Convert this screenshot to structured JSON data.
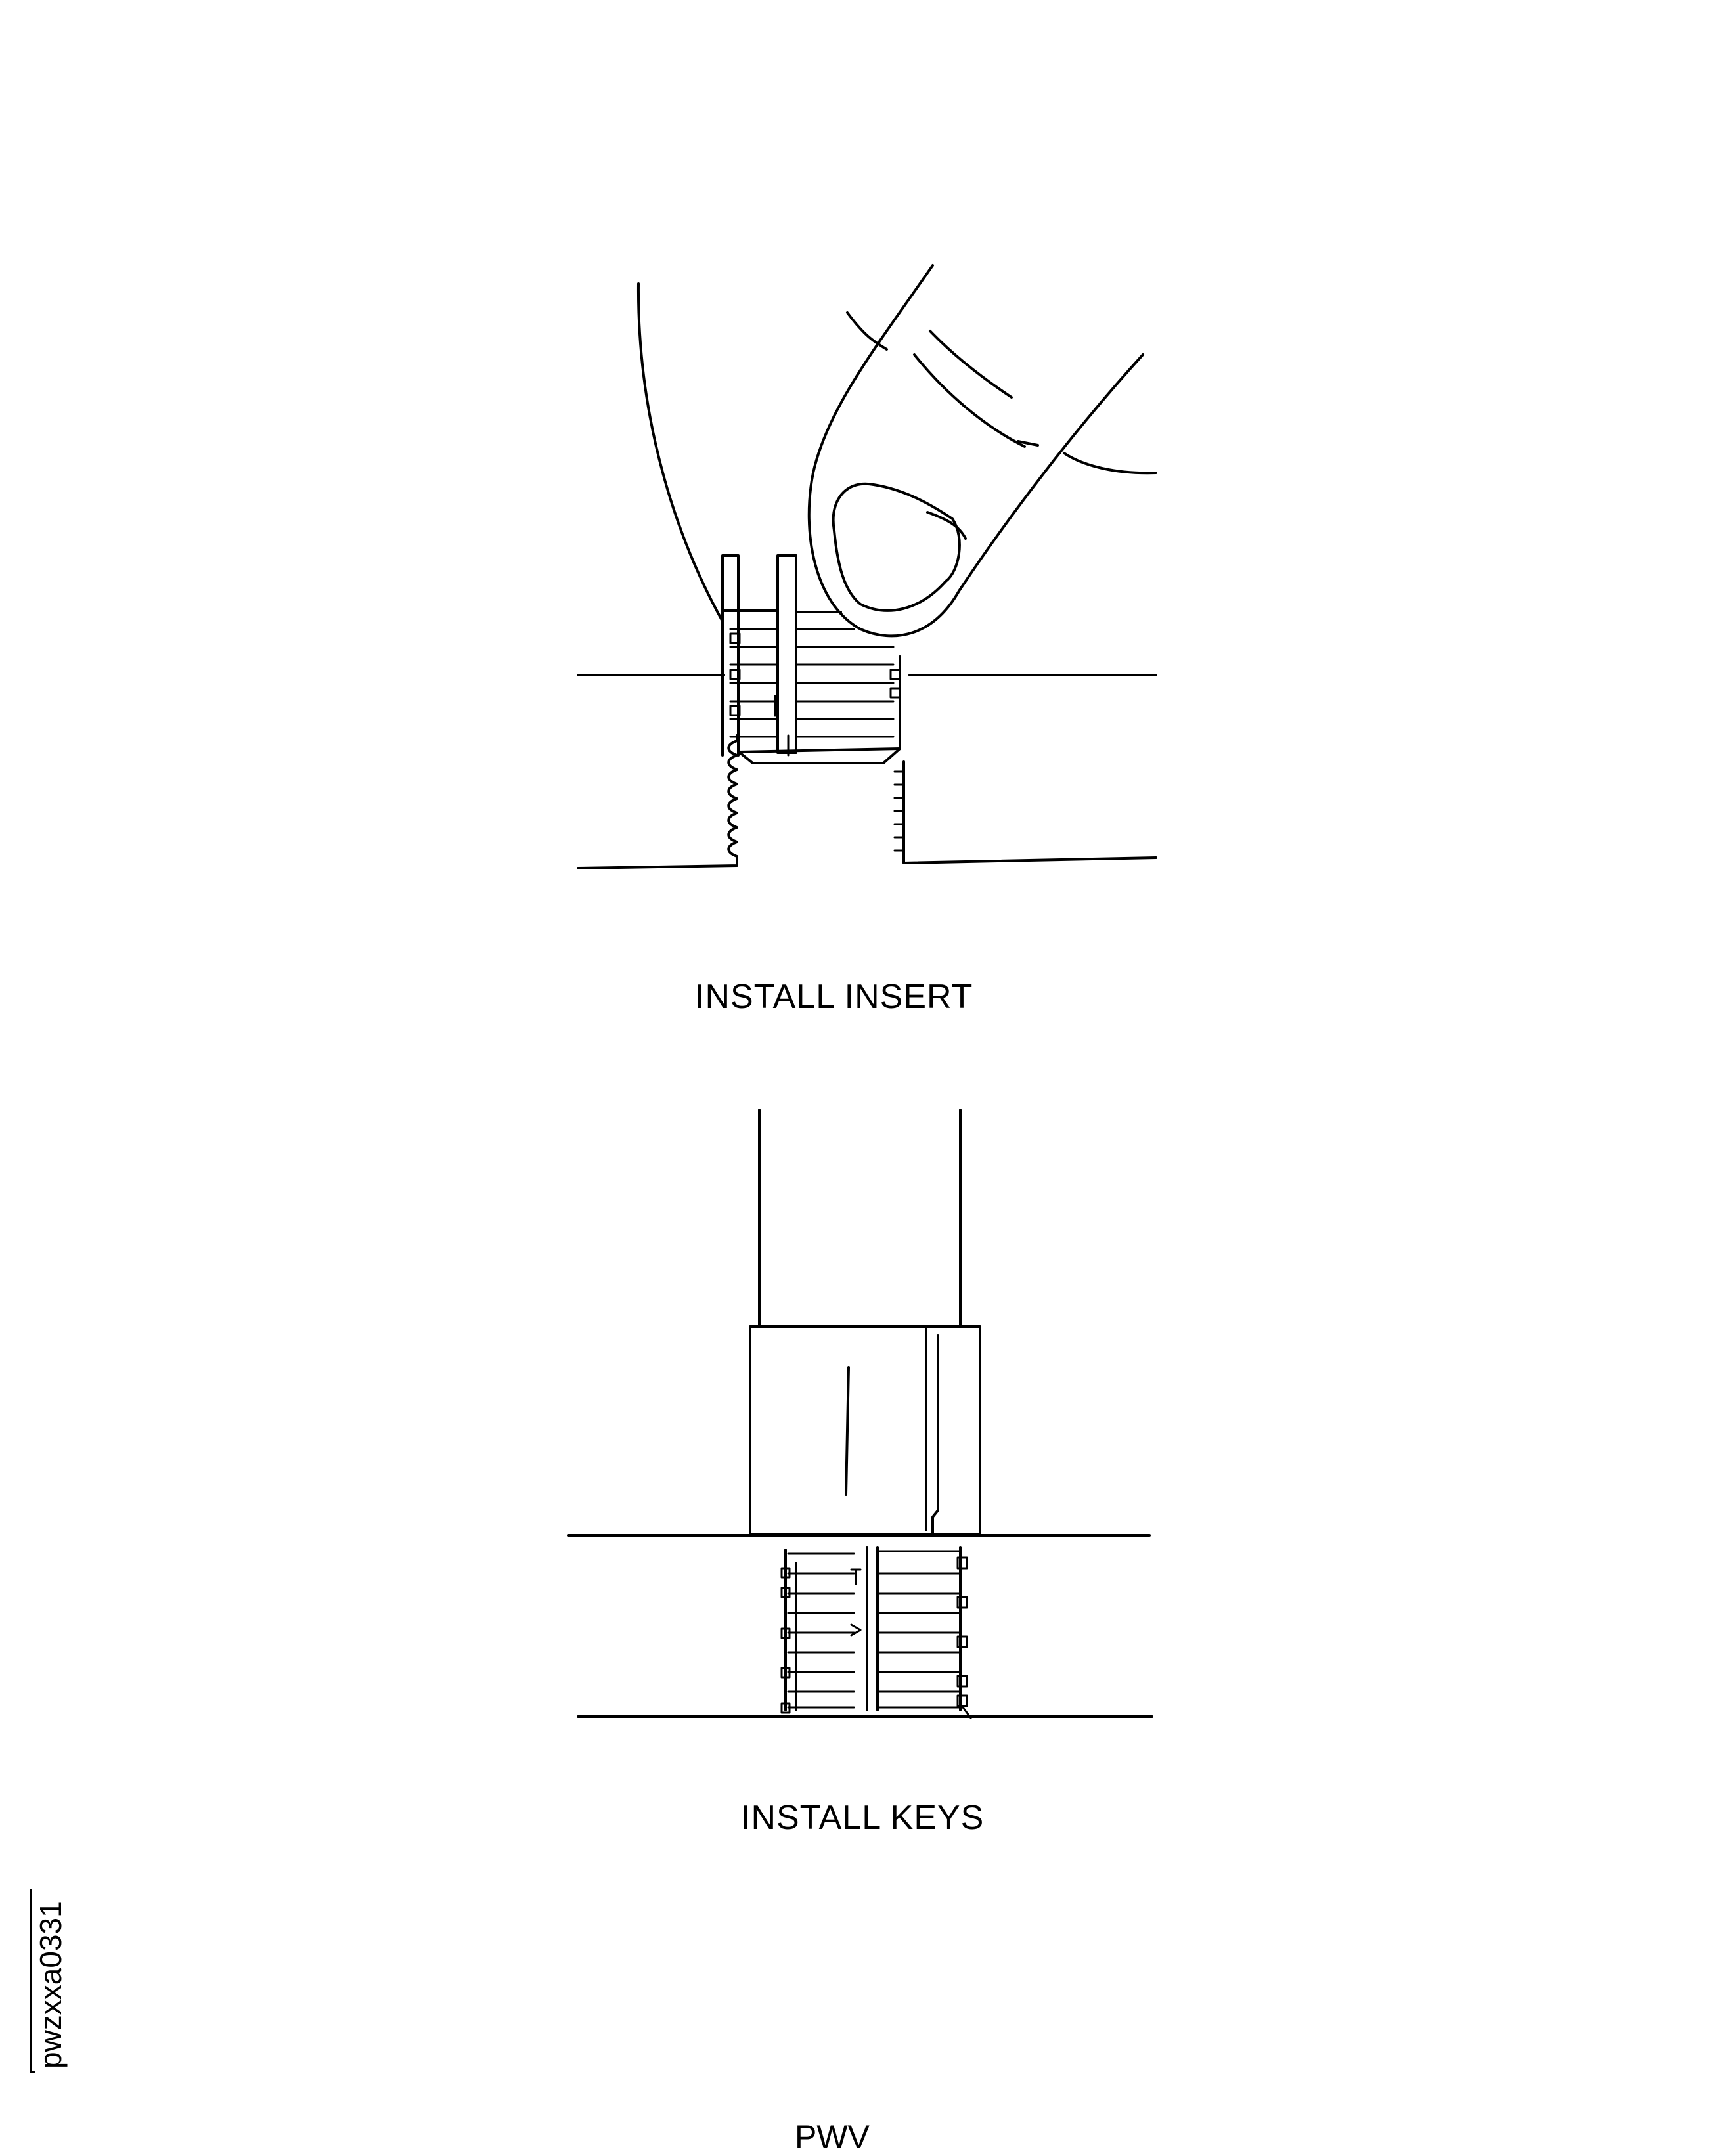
{
  "figure": {
    "top_caption": "INSTALL INSERT",
    "bottom_caption": "INSTALL KEYS",
    "corner_code": "PWV",
    "figure_id": "pwzxxa0331"
  },
  "colors": {
    "line": "#000000",
    "background": "#ffffff"
  }
}
